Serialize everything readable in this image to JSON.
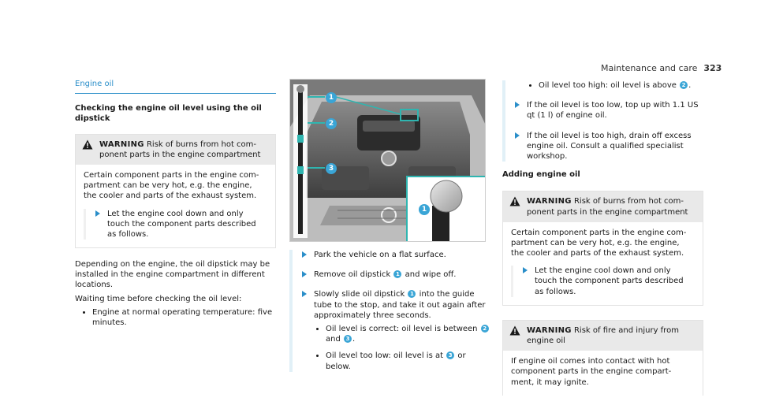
{
  "header": {
    "title": "Maintenance and care",
    "page": "323"
  },
  "col1": {
    "section_title": "Engine oil",
    "sub_title": "Checking the engine oil level using the oil dipstick",
    "warning": {
      "label": "WARNING",
      "head_text": "Risk of burns from hot com- ponent parts in the engine compartment",
      "body": "Certain component parts in the engine com- partment can be very hot, e.g. the engine, the cooler and parts of the exhaust system.",
      "step": "Let the engine cool down and only touch the component parts described as follows."
    },
    "para1": "Depending on the engine, the oil dipstick may be installed in the engine compartment in different locations.",
    "para2": "Waiting time before checking the oil level:",
    "bullet1": "Engine at normal operating temperature: five minutes."
  },
  "col2": {
    "image_callouts": [
      "1",
      "2",
      "3",
      "1"
    ],
    "step1": "Park the vehicle on a flat surface.",
    "step2_a": "Remove oil dipstick",
    "step2_b": "and wipe off.",
    "step3_a": "Slowly slide oil dipstick",
    "step3_b": "into the guide tube to the stop, and take it out again after approximately three seconds.",
    "bullet1_a": "Oil level is correct: oil level is between",
    "bullet1_and": "and",
    "bullet1_end": ".",
    "bullet2_a": "Oil level too low: oil level is at",
    "bullet2_b": "or below."
  },
  "col3": {
    "bullet1_a": "Oil level too high: oil level is above",
    "bullet1_end": ".",
    "step1": "If the oil level is too low, top up with 1.1 US qt (1 l) of engine oil.",
    "step2": "If the oil level is too high, drain off excess engine oil. Consult a qualified specialist workshop.",
    "sub_title": "Adding engine oil",
    "warning1": {
      "label": "WARNING",
      "head_text": "Risk of burns from hot com- ponent parts in the engine compartment",
      "body": "Certain component parts in the engine com- partment can be very hot, e.g. the engine, the cooler and parts of the exhaust system.",
      "step": "Let the engine cool down and only touch the component parts described as follows."
    },
    "warning2": {
      "label": "WARNING",
      "head_text": "Risk of fire and injury from engine oil",
      "body": "If engine oil comes into contact with hot component parts in the engine compart- ment, it may ignite."
    }
  },
  "colors": {
    "accent": "#2a8ec9",
    "callout": "#3aa5d6",
    "teal": "#2fb5b0"
  }
}
